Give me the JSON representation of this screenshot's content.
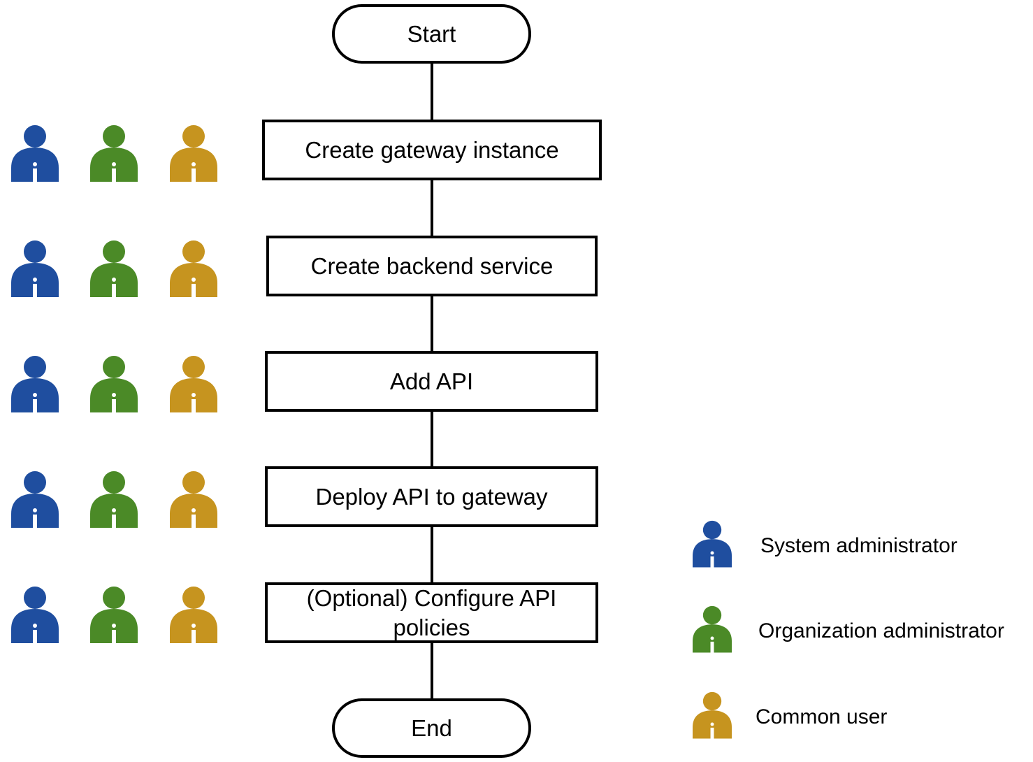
{
  "colors": {
    "system_administrator": "#1f4e9f",
    "organization_administrator": "#4b8a27",
    "common_user": "#c6941f"
  },
  "flow": {
    "start": "Start",
    "end": "End",
    "steps": [
      {
        "lines": [
          "Create gateway instance"
        ]
      },
      {
        "lines": [
          "Create backend service"
        ]
      },
      {
        "lines": [
          "Add API"
        ]
      },
      {
        "lines": [
          "Deploy API to gateway"
        ]
      },
      {
        "lines": [
          "(Optional) Configure API",
          "policies"
        ]
      }
    ]
  },
  "legend": [
    {
      "role": "system_administrator",
      "label": "System administrator",
      "icon": "person-icon"
    },
    {
      "role": "organization_administrator",
      "label": "Organization administrator",
      "icon": "person-icon"
    },
    {
      "role": "common_user",
      "label": "Common user",
      "icon": "person-icon"
    }
  ]
}
